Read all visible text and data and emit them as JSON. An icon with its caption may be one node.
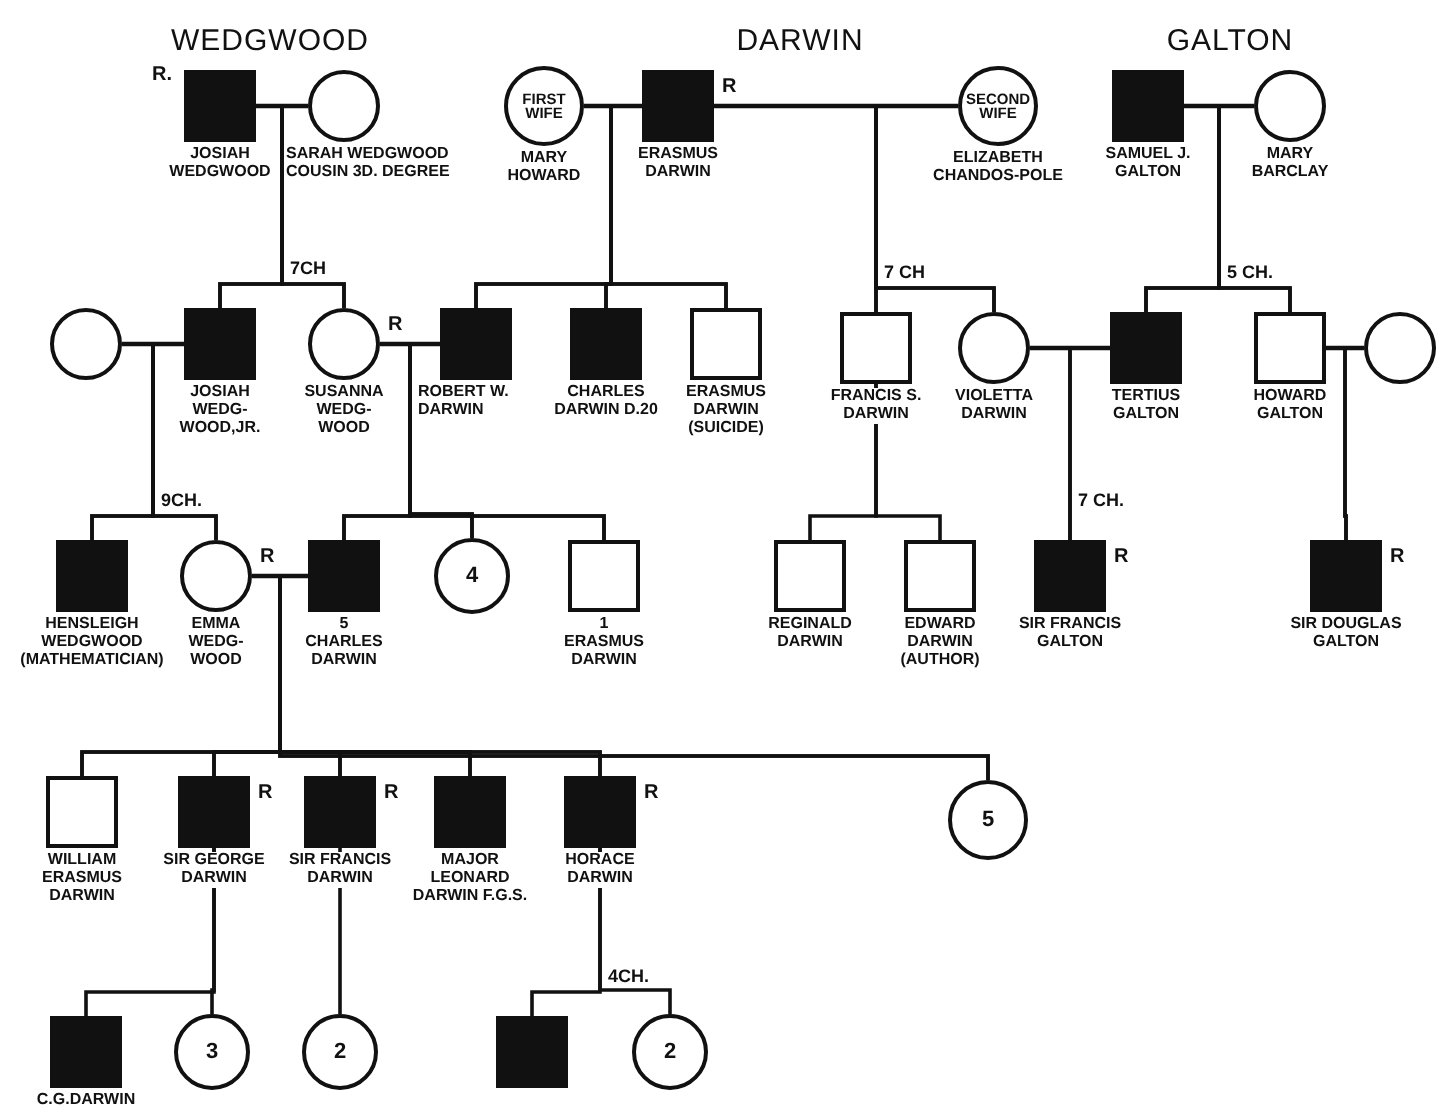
{
  "diagram": {
    "nodes": [
      {
        "text": [],
        "shape": "box",
        "beside": [
          "R.",
          "JOSIAH WEDGWOOD"
        ]
      },
      {
        "text": [],
        "shape": "circle",
        "beside": [
          "SARAH WEDGWOOD COUSIN 3D. DEGREE"
        ]
      },
      {
        "text": [
          "FIRST WIFE"
        ],
        "beside": [
          "MARY HOWARD"
        ]
      },
      {
        "text": [],
        "shape": "box",
        "beside": [
          "R",
          "ERASMUS DARWIN"
        ]
      },
      {
        "text": [
          "SECOND WIFE"
        ],
        "beside": [
          "ELIZABETH CHANDOS-POLE"
        ]
      },
      {
        "text": [],
        "shape": "box",
        "beside": [
          "SAMUEL J. GALTON"
        ]
      },
      {
        "text": [],
        "shape": "circle",
        "beside": [
          "MARY BARCLAY"
        ]
      },
      {
        "text": [],
        "shape": "circle"
      },
      {
        "text": [],
        "shape": "box",
        "beside": [
          "JOSIAH WEDG- WOOD,JR."
        ]
      },
      {
        "text": [],
        "shape": "circle",
        "beside": [
          "R",
          "SUSANNA WEDG- WOOD"
        ]
      },
      {
        "text": [],
        "shape": "box",
        "beside": [
          "ROBERT W. DARWIN"
        ]
      },
      {
        "text": [],
        "shape": "box",
        "beside": [
          "CHARLES DARWIN D.20"
        ]
      },
      {
        "text": [],
        "shape": "box",
        "beside": [
          "ERASMUS DARWIN (SUICIDE)"
        ]
      },
      {
        "text": [],
        "shape": "box",
        "beside": [
          "FRANCIS S. DARWIN"
        ]
      },
      {
        "text": [],
        "shape": "circle",
        "beside": [
          "VIOLETTA DARWIN"
        ]
      },
      {
        "text": [],
        "shape": "box",
        "beside": [
          "TERTIUS GALTON"
        ]
      },
      {
        "text": [],
        "shape": "box",
        "beside": [
          "HOWARD GALTON"
        ]
      },
      {
        "text": [],
        "shape": "circle"
      },
      {
        "text": [],
        "shape": "box",
        "beside": [
          "HENSLEIGH WEDGWOOD (MATHEMATICIAN)"
        ]
      },
      {
        "text": [],
        "shape": "circle",
        "beside": [
          "R",
          "EMMA WEDG- WOOD"
        ]
      },
      {
        "text": [],
        "shape": "box",
        "beside": [
          "5",
          "CHARLES DARWIN"
        ]
      },
      {
        "text": [
          "4"
        ]
      },
      {
        "text": [],
        "shape": "box",
        "beside": [
          "1",
          "ERASMUS DARWIN"
        ]
      },
      {
        "text": [],
        "shape": "box",
        "beside": [
          "REGINALD DARWIN"
        ]
      },
      {
        "text": [],
        "shape": "box",
        "beside": [
          "EDWARD DARWIN (AUTHOR)"
        ]
      },
      {
        "text": [],
        "shape": "box",
        "beside": [
          "R",
          "SIR FRANCIS GALTON"
        ]
      },
      {
        "text": [],
        "shape": "box",
        "beside": [
          "R",
          "SIR DOUGLAS GALTON"
        ]
      },
      {
        "text": [],
        "shape": "box",
        "beside": [
          "WILLIAM ERASMUS DARWIN"
        ]
      },
      {
        "text": [],
        "shape": "box",
        "beside": [
          "R",
          "SIR GEORGE DARWIN"
        ]
      },
      {
        "text": [],
        "shape": "box",
        "beside": [
          "R",
          "SIR FRANCIS DARWIN"
        ]
      },
      {
        "text": [],
        "shape": "box",
        "beside": [
          "MAJOR LEONARD DARWIN F.G.S."
        ]
      },
      {
        "text": [],
        "shape": "box",
        "beside": [
          "R",
          "HORACE DARWIN"
        ]
      },
      {
        "text": [
          "5"
        ]
      },
      {
        "text": [],
        "shape": "box",
        "beside": [
          "C.G.DARWIN"
        ]
      },
      {
        "text": [
          "3"
        ]
      },
      {
        "text": [
          "2"
        ]
      },
      {
        "text": [],
        "shape": "box"
      },
      {
        "text": [
          "2"
        ]
      }
    ],
    "edges": [
      {
        "from": 0,
        "to": 1,
        "arrow": "none"
      },
      {
        "from": 2,
        "to": 3,
        "arrow": "none"
      },
      {
        "from": 3,
        "to": 4,
        "arrow": "none"
      },
      {
        "from": 5,
        "to": 6,
        "arrow": "none"
      },
      {
        "from": 0,
        "to": 8,
        "arrow": "none",
        "label": "7CH"
      },
      {
        "from": 1,
        "to": 8,
        "arrow": "none"
      },
      {
        "from": 0,
        "to": 9,
        "arrow": "none"
      },
      {
        "from": 1,
        "to": 9,
        "arrow": "none"
      },
      {
        "from": 2,
        "to": 10,
        "arrow": "none"
      },
      {
        "from": 3,
        "to": 10,
        "arrow": "none"
      },
      {
        "from": 2,
        "to": 11,
        "arrow": "none"
      },
      {
        "from": 3,
        "to": 11,
        "arrow": "none"
      },
      {
        "from": 2,
        "to": 12,
        "arrow": "none"
      },
      {
        "from": 3,
        "to": 12,
        "arrow": "none"
      },
      {
        "from": 3,
        "to": 13,
        "arrow": "none",
        "label": "7 CH"
      },
      {
        "from": 4,
        "to": 13,
        "arrow": "none"
      },
      {
        "from": 3,
        "to": 14,
        "arrow": "none"
      },
      {
        "from": 4,
        "to": 14,
        "arrow": "none"
      },
      {
        "from": 5,
        "to": 15,
        "arrow": "none",
        "label": "5 CH."
      },
      {
        "from": 6,
        "to": 15,
        "arrow": "none"
      },
      {
        "from": 5,
        "to": 16,
        "arrow": "none"
      },
      {
        "from": 6,
        "to": 16,
        "arrow": "none"
      },
      {
        "from": 7,
        "to": 8,
        "arrow": "none"
      },
      {
        "from": 9,
        "to": 10,
        "arrow": "none"
      },
      {
        "from": 14,
        "to": 15,
        "arrow": "none"
      },
      {
        "from": 16,
        "to": 17,
        "arrow": "none"
      },
      {
        "from": 7,
        "to": 18,
        "arrow": "none",
        "label": "9CH."
      },
      {
        "from": 8,
        "to": 18,
        "arrow": "none"
      },
      {
        "from": 7,
        "to": 19,
        "arrow": "none"
      },
      {
        "from": 8,
        "to": 19,
        "arrow": "none"
      },
      {
        "from": 9,
        "to": 20,
        "arrow": "none"
      },
      {
        "from": 10,
        "to": 20,
        "arrow": "none"
      },
      {
        "from": 9,
        "to": 21,
        "arrow": "none"
      },
      {
        "from": 10,
        "to": 21,
        "arrow": "none"
      },
      {
        "from": 9,
        "to": 22,
        "arrow": "none"
      },
      {
        "from": 10,
        "to": 22,
        "arrow": "none"
      },
      {
        "from": 13,
        "to": 23,
        "arrow": "none"
      },
      {
        "from": 13,
        "to": 24,
        "arrow": "none"
      },
      {
        "from": 14,
        "to": 25,
        "arrow": "none",
        "label": "7 CH."
      },
      {
        "from": 15,
        "to": 25,
        "arrow": "none"
      },
      {
        "from": 16,
        "to": 26,
        "arrow": "none"
      },
      {
        "from": 17,
        "to": 26,
        "arrow": "none"
      },
      {
        "from": 19,
        "to": 20,
        "arrow": "none"
      },
      {
        "from": 19,
        "to": 27,
        "arrow": "none"
      },
      {
        "from": 20,
        "to": 27,
        "arrow": "none"
      },
      {
        "from": 19,
        "to": 28,
        "arrow": "none"
      },
      {
        "from": 20,
        "to": 28,
        "arrow": "none"
      },
      {
        "from": 19,
        "to": 29,
        "arrow": "none"
      },
      {
        "from": 20,
        "to": 29,
        "arrow": "none"
      },
      {
        "from": 19,
        "to": 30,
        "arrow": "none"
      },
      {
        "from": 20,
        "to": 30,
        "arrow": "none"
      },
      {
        "from": 19,
        "to": 31,
        "arrow": "none"
      },
      {
        "from": 20,
        "to": 31,
        "arrow": "none"
      },
      {
        "from": 19,
        "to": 32,
        "arrow": "none"
      },
      {
        "from": 20,
        "to": 32,
        "arrow": "none"
      },
      {
        "from": 28,
        "to": 33,
        "arrow": "none"
      },
      {
        "from": 28,
        "to": 34,
        "arrow": "none"
      },
      {
        "from": 29,
        "to": 35,
        "arrow": "none"
      },
      {
        "from": 31,
        "to": 36,
        "arrow": "none",
        "label": "4CH."
      },
      {
        "from": 31,
        "to": 37,
        "arrow": "none"
      }
    ],
    "labels": [
      "WEDGWOOD",
      "DARWIN",
      "GALTON"
    ]
  }
}
